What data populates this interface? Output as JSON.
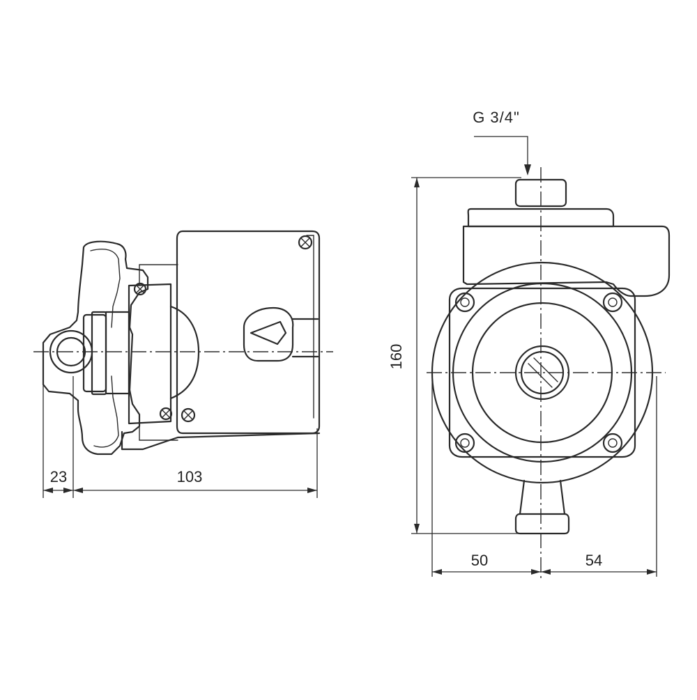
{
  "drawing": {
    "side_view": {
      "dimensions": {
        "inlet_offset": "23",
        "body_length": "103"
      }
    },
    "front_view": {
      "thread_label": "G 3/4\"",
      "dimensions": {
        "height": "160",
        "left_half_width": "50",
        "right_half_width": "54"
      }
    }
  },
  "colors": {
    "line": "#2a2a2a",
    "background": "#ffffff"
  }
}
